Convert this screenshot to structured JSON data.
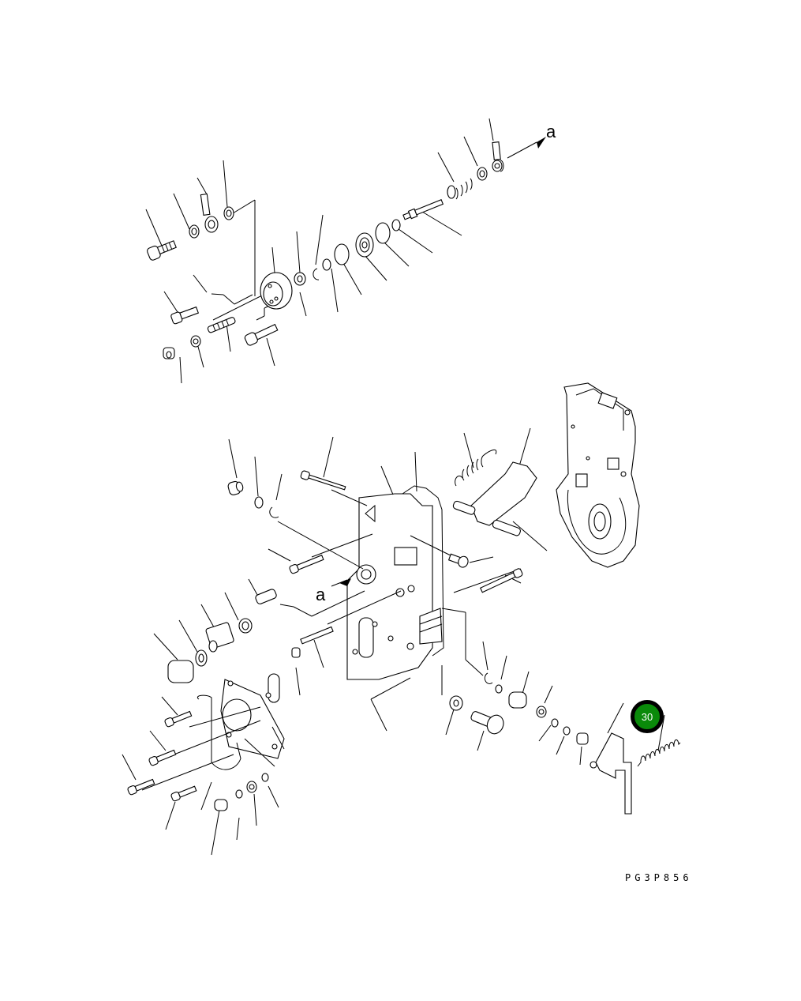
{
  "diagram": {
    "type": "exploded parts diagram",
    "drawing_id": "PG3P856",
    "reference_labels": [
      {
        "id": "a_top",
        "text": "a"
      },
      {
        "id": "a_mid",
        "text": "a"
      }
    ],
    "callouts": [
      {
        "number": "30",
        "color": "#0a8a0a",
        "border": "#000000"
      }
    ]
  }
}
